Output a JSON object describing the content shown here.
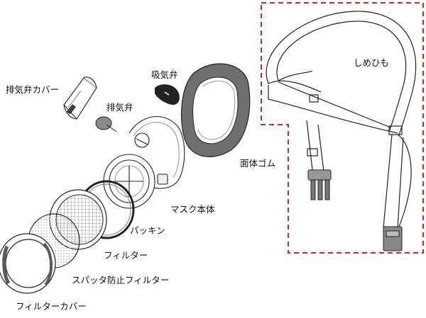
{
  "diagram": {
    "labels": {
      "exhaust_valve_cover": "排気弁カバー",
      "exhaust_valve": "排気弁",
      "inhalation_valve": "吸気弁",
      "face_rubber": "面体ゴム",
      "headband": "しめひも",
      "mask_body": "マスク本体",
      "gasket": "パッキン",
      "filter": "フィルター",
      "spatter_filter": "スパッタ防止フィルター",
      "filter_cover": "フィルターカバー"
    },
    "colors": {
      "line": "#222222",
      "rubber": "#6f6f6f",
      "rubber_inner": "#8a8a8a",
      "dash_box": "#d62222",
      "cover_accent": "#5a5a5a"
    }
  }
}
